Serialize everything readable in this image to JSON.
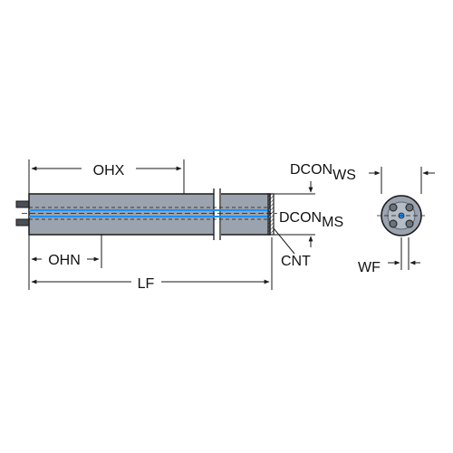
{
  "labels": {
    "ohx": "OHX",
    "ohn": "OHN",
    "lf": "LF",
    "dcon_ms_main": "DCON",
    "dcon_ms_sub": "MS",
    "cnt": "CNT",
    "dcon_ws_main": "DCON",
    "dcon_ws_sub": "WS",
    "wf": "WF"
  },
  "colors": {
    "body_fill": "#9aa3ae",
    "body_outline": "#1a1a1a",
    "coolant_channel": "#1e90ff",
    "dimension_line": "#1a1a1a",
    "text": "#111111",
    "face_fill": "#9aa3ae",
    "face_ring": "#5d6670",
    "background": "#ffffff"
  },
  "icons": {
    "cnt_marker": "hatched-end-face",
    "front_view": "circular-end-face-with-screw-holes"
  }
}
